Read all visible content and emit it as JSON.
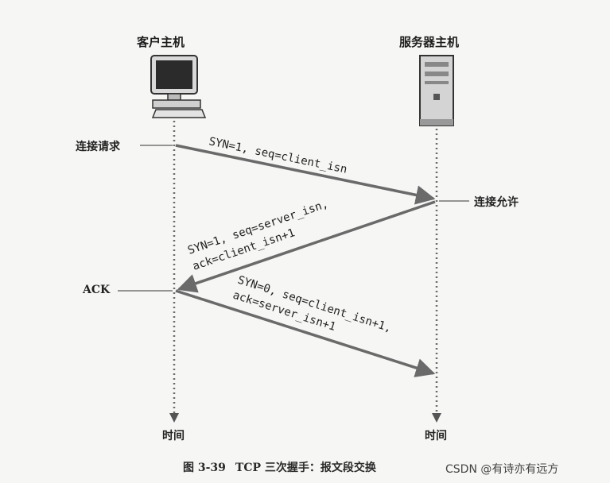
{
  "client": {
    "label": "客户主机",
    "icon": "desktop-computer-icon"
  },
  "server": {
    "label": "服务器主机",
    "icon": "server-tower-icon"
  },
  "events": {
    "connection_request": "连接请求",
    "connection_granted": "连接允许",
    "ack": "ACK"
  },
  "messages": {
    "m1": "SYN=1, seq=client_isn",
    "m2_line1": "SYN=1, seq=server_isn,",
    "m2_line2": "ack=client_isn+1",
    "m3_line1": "SYN=0, seq=client_isn+1,",
    "m3_line2": "ack=server_isn+1"
  },
  "timeline": {
    "client_time": "时间",
    "server_time": "时间"
  },
  "caption": {
    "figure": "图 3-39",
    "text": "TCP 三次握手：报文段交换"
  },
  "watermark": "CSDN @有诗亦有远方",
  "colors": {
    "arrow": "#6a6a6a",
    "timeline": "#6a6a6a",
    "text": "#222222"
  }
}
